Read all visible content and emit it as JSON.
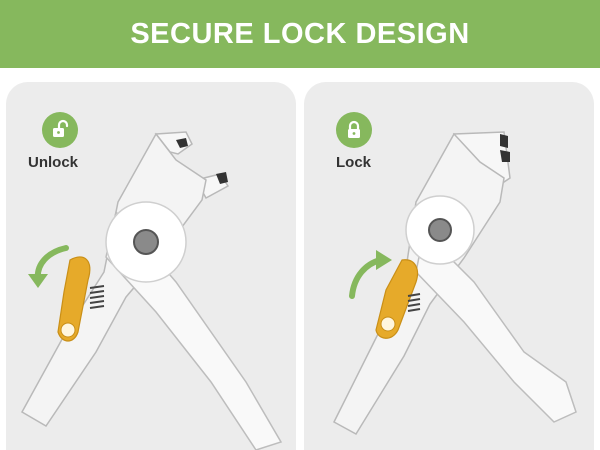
{
  "banner": {
    "title": "SECURE LOCK DESIGN",
    "color": "#86b85d"
  },
  "panels": [
    {
      "state_label": "Unlock",
      "icon": "unlock-icon"
    },
    {
      "state_label": "Lock",
      "icon": "lock-icon"
    }
  ],
  "colors": {
    "accent_green": "#86b85d",
    "panel_bg": "#ececec",
    "lever_yellow": "#e6aa2a"
  }
}
